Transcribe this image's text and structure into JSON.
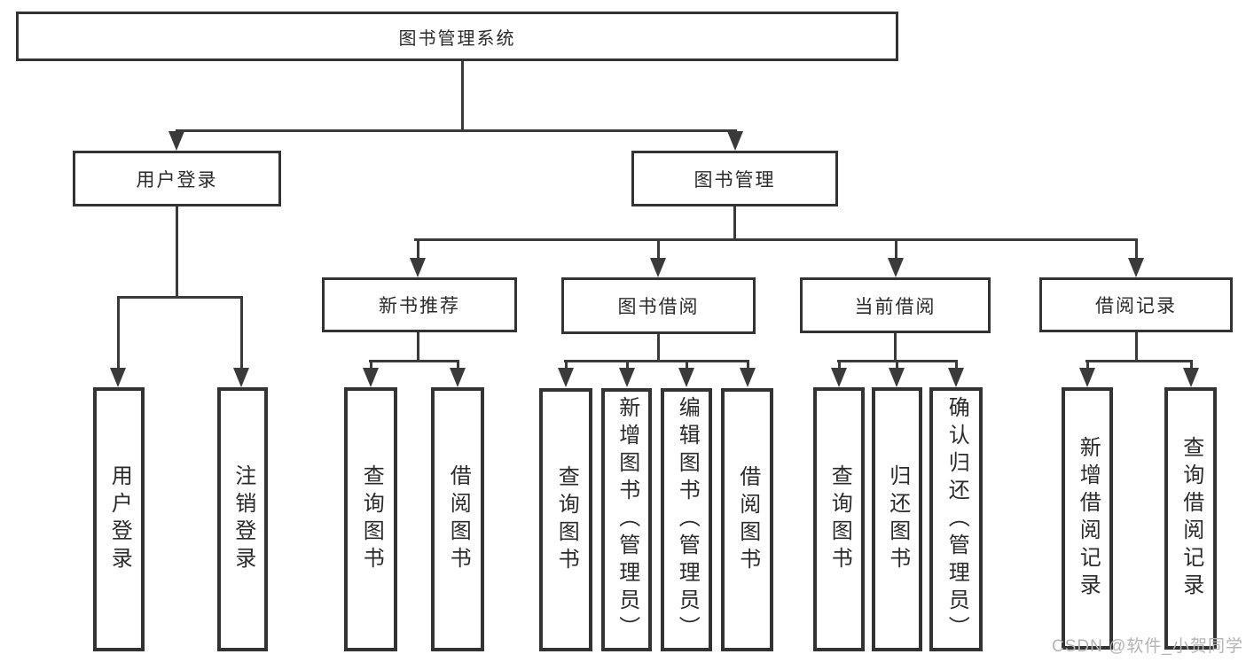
{
  "diagram": {
    "title": "图书管理系统",
    "level2": {
      "user_login": "用户登录",
      "book_mgmt": "图书管理"
    },
    "level3": {
      "new_book": "新书推荐",
      "book_borrow": "图书借阅",
      "current_borrow": "当前借阅",
      "borrow_record": "借阅记录"
    },
    "leaves": {
      "user_login": [
        "用户登录",
        "注销登录"
      ],
      "new_book": [
        "查询图书",
        "借阅图书"
      ],
      "book_borrow": [
        "查询图书",
        "新增图书（管理员）",
        "编辑图书（管理员）",
        "借阅图书"
      ],
      "current_borrow": [
        "查询图书",
        "归还图书",
        "确认归还（管理员）"
      ],
      "borrow_record": [
        "新增借阅记录",
        "查询借阅记录"
      ]
    }
  },
  "watermark": "CSDN @软件_小贺同学",
  "colors": {
    "line": "#3a3a3a",
    "box_border": "#333333",
    "box_fill": "#ffffff",
    "text": "#2b2b2b",
    "watermark": "#b4b4b4"
  }
}
